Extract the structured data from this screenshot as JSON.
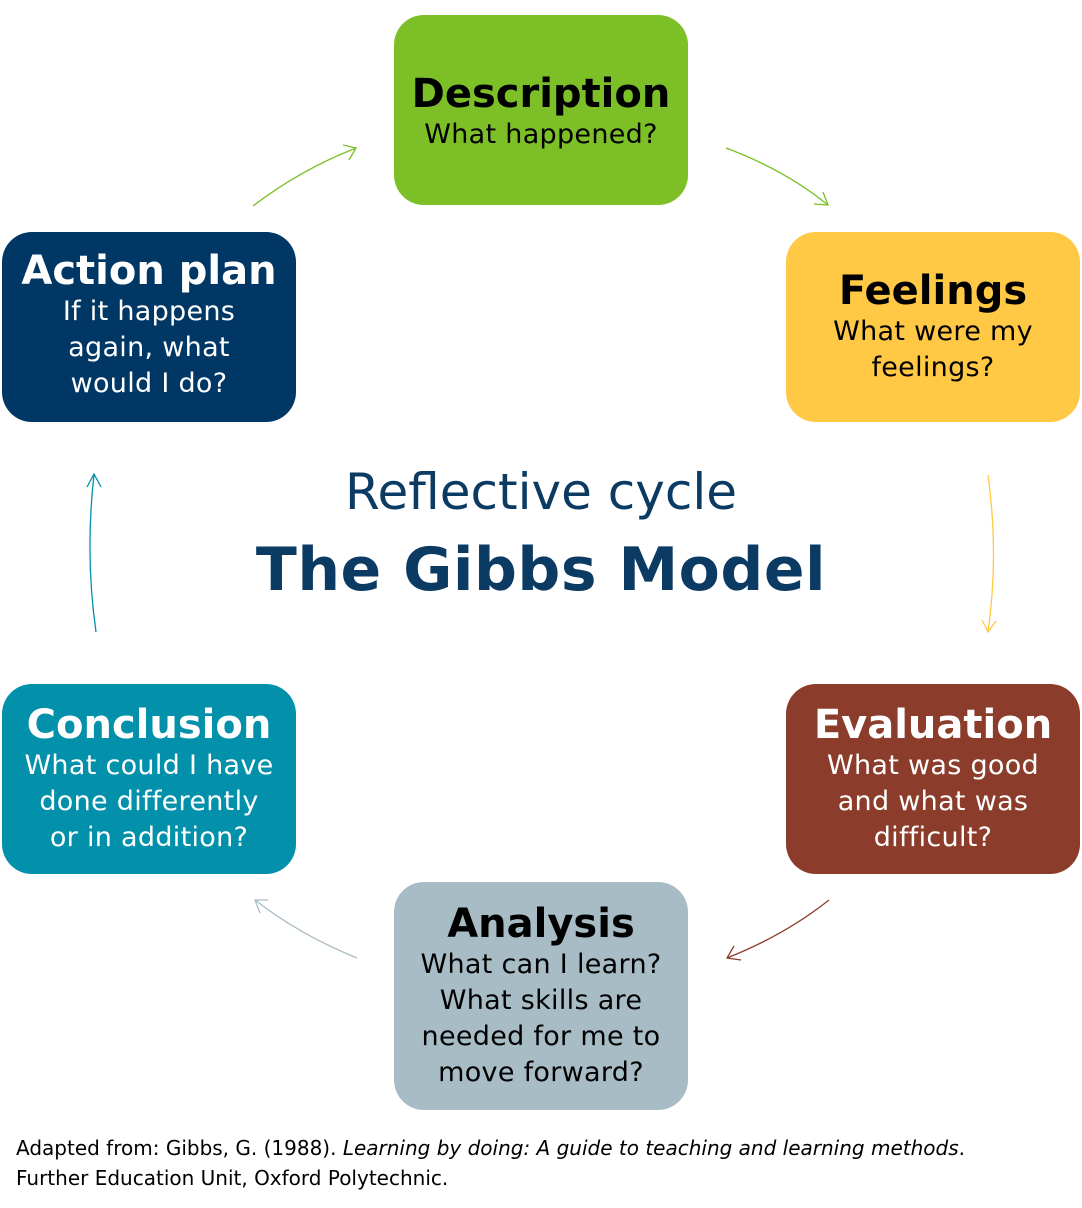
{
  "diagram": {
    "subtitle": "Reflective cycle",
    "title": "The Gibbs Model",
    "stages": {
      "description": {
        "title": "Description",
        "lines": [
          "What happened?"
        ]
      },
      "feelings": {
        "title": "Feelings",
        "lines": [
          "What were my",
          "feelings?"
        ]
      },
      "evaluation": {
        "title": "Evaluation",
        "lines": [
          "What was good",
          "and what was",
          "difficult?"
        ]
      },
      "analysis": {
        "title": "Analysis",
        "lines": [
          "What can I learn?",
          "What skills are",
          "needed for me to",
          "move forward?"
        ]
      },
      "conclusion": {
        "title": "Conclusion",
        "lines": [
          "What could I have",
          "done differently",
          "or in addition?"
        ]
      },
      "action_plan": {
        "title": "Action plan",
        "lines": [
          "If it happens",
          "again, what",
          "would I do?"
        ]
      }
    },
    "colors": {
      "description": "#7cbf27",
      "feelings": "#ffc845",
      "evaluation": "#8b3c2a",
      "analysis": "#a7bcc4",
      "conclusion": "#0390aa",
      "action_plan": "#003764",
      "title_text": "#0b3a63"
    }
  },
  "citation": {
    "prefix": "Adapted from: Gibbs, G. (1988). ",
    "work_title": "Learning by doing: A guide to teaching and learning methods",
    "suffix": ".",
    "line2": "Further Education Unit, Oxford Polytechnic."
  }
}
